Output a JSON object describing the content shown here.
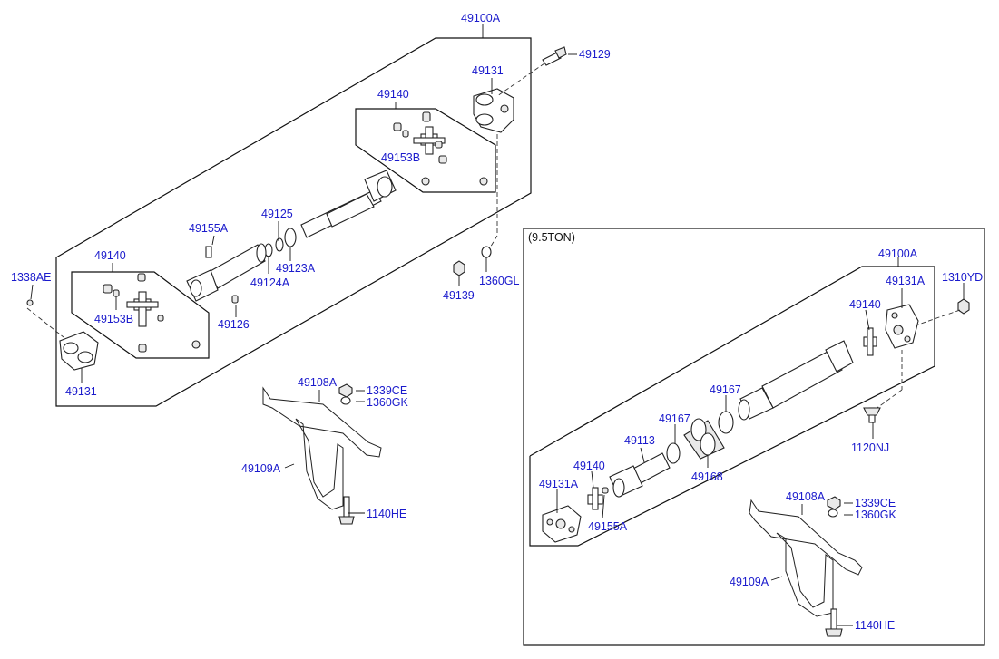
{
  "callouts": {
    "c49100A_top": "49100A",
    "c49129": "49129",
    "c49131_top": "49131",
    "c49140_top": "49140",
    "c49153B_top": "49153B",
    "c49155A_left": "49155A",
    "c49125": "49125",
    "c49123A": "49123A",
    "c49124A": "49124A",
    "c49140_left": "49140",
    "c1338AE": "1338AE",
    "c49153B_left": "49153B",
    "c49126": "49126",
    "c49131_left": "49131",
    "c49139": "49139",
    "c1360GL": "1360GL",
    "c49108A_left": "49108A",
    "c1339CE_left": "1339CE",
    "c1360GK_left": "1360GK",
    "c49109A_left": "49109A",
    "c1140HE_left": "1140HE",
    "c49100A_right": "49100A",
    "c49131A_top": "49131A",
    "c1310YD": "1310YD",
    "c49140_right": "49140",
    "c49167_a": "49167",
    "c49167_b": "49167",
    "c49113": "49113",
    "c49168": "49168",
    "c1120NJ": "1120NJ",
    "c49140_bottom": "49140",
    "c49131A_bottom": "49131A",
    "c49155A_right": "49155A",
    "c49108A_right": "49108A",
    "c1339CE_right": "1339CE",
    "c1360GK_right": "1360GK",
    "c49109A_right": "49109A",
    "c1140HE_right": "1140HE"
  },
  "inset_caption": "(9.5TON)"
}
